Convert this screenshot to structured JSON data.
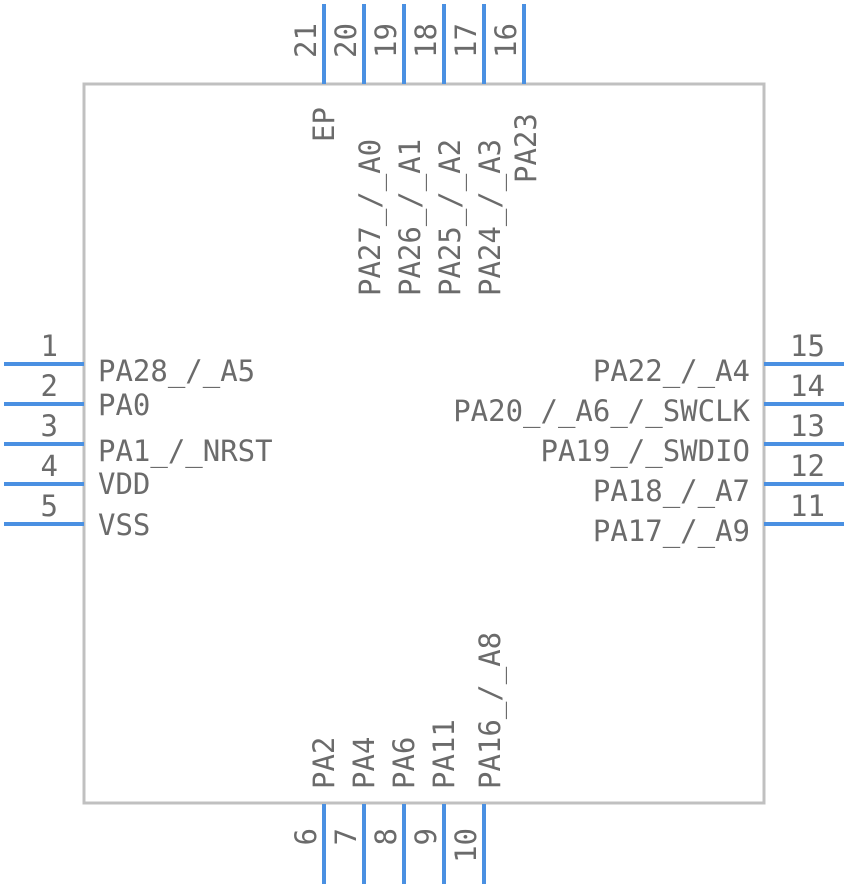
{
  "component": {
    "pins": [
      {
        "num": "1",
        "label": "PA28_/_A5"
      },
      {
        "num": "2",
        "label": "PA0"
      },
      {
        "num": "3",
        "label": "PA1_/_NRST"
      },
      {
        "num": "4",
        "label": "VDD"
      },
      {
        "num": "5",
        "label": "VSS"
      },
      {
        "num": "6",
        "label": "PA2"
      },
      {
        "num": "7",
        "label": "PA4"
      },
      {
        "num": "8",
        "label": "PA6"
      },
      {
        "num": "9",
        "label": "PA11"
      },
      {
        "num": "10",
        "label": "PA16_/_A8"
      },
      {
        "num": "11",
        "label": "PA17_/_A9"
      },
      {
        "num": "12",
        "label": "PA18_/_A7"
      },
      {
        "num": "13",
        "label": "PA19_/_SWDIO"
      },
      {
        "num": "14",
        "label": "PA20_/_A6_/_SWCLK"
      },
      {
        "num": "15",
        "label": "PA22_/_A4"
      },
      {
        "num": "16",
        "label": "PA23"
      },
      {
        "num": "17",
        "label": "PA24_/_A3"
      },
      {
        "num": "18",
        "label": "PA25_/_A2"
      },
      {
        "num": "19",
        "label": "PA26_/_A1"
      },
      {
        "num": "20",
        "label": "PA27_/_A0"
      },
      {
        "num": "21",
        "label": "EP"
      }
    ],
    "colors": {
      "pin": "#4a90e2",
      "body_outline": "#c0c0c0",
      "text": "#6b6b6b"
    }
  }
}
